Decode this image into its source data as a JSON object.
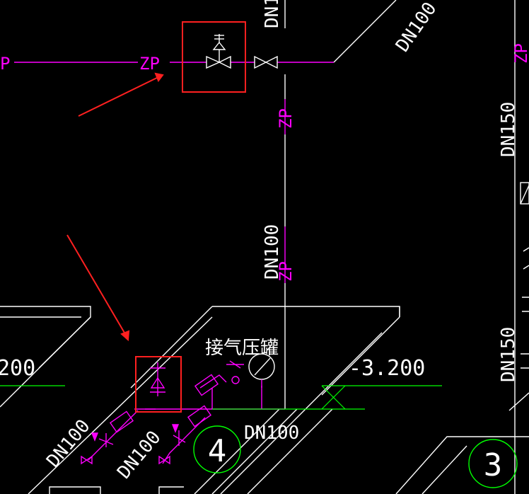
{
  "labels": {
    "zp": "ZP",
    "p_left": "P",
    "zp_top_right": "ZP",
    "dn100": "DN100",
    "dn150": "DN150",
    "dn1_top": "DN1",
    "elev_left": "200",
    "elev_right": "-3.200",
    "tank_label": "接气压罐",
    "circle_4": "4",
    "circle_3": "3"
  },
  "colors": {
    "pipe": "#ff00ff",
    "line": "#ffffff",
    "text_white": "#ffffff",
    "text_pipe": "#ff00ff",
    "highlight": "#ff2020",
    "ground": "#00ff00",
    "circle": "#00ff00",
    "background": "#000000"
  },
  "icons": {
    "valve": "gate-valve-icon",
    "relief": "pressure-relief-valve-icon",
    "gauge": "pressure-gauge-icon"
  }
}
